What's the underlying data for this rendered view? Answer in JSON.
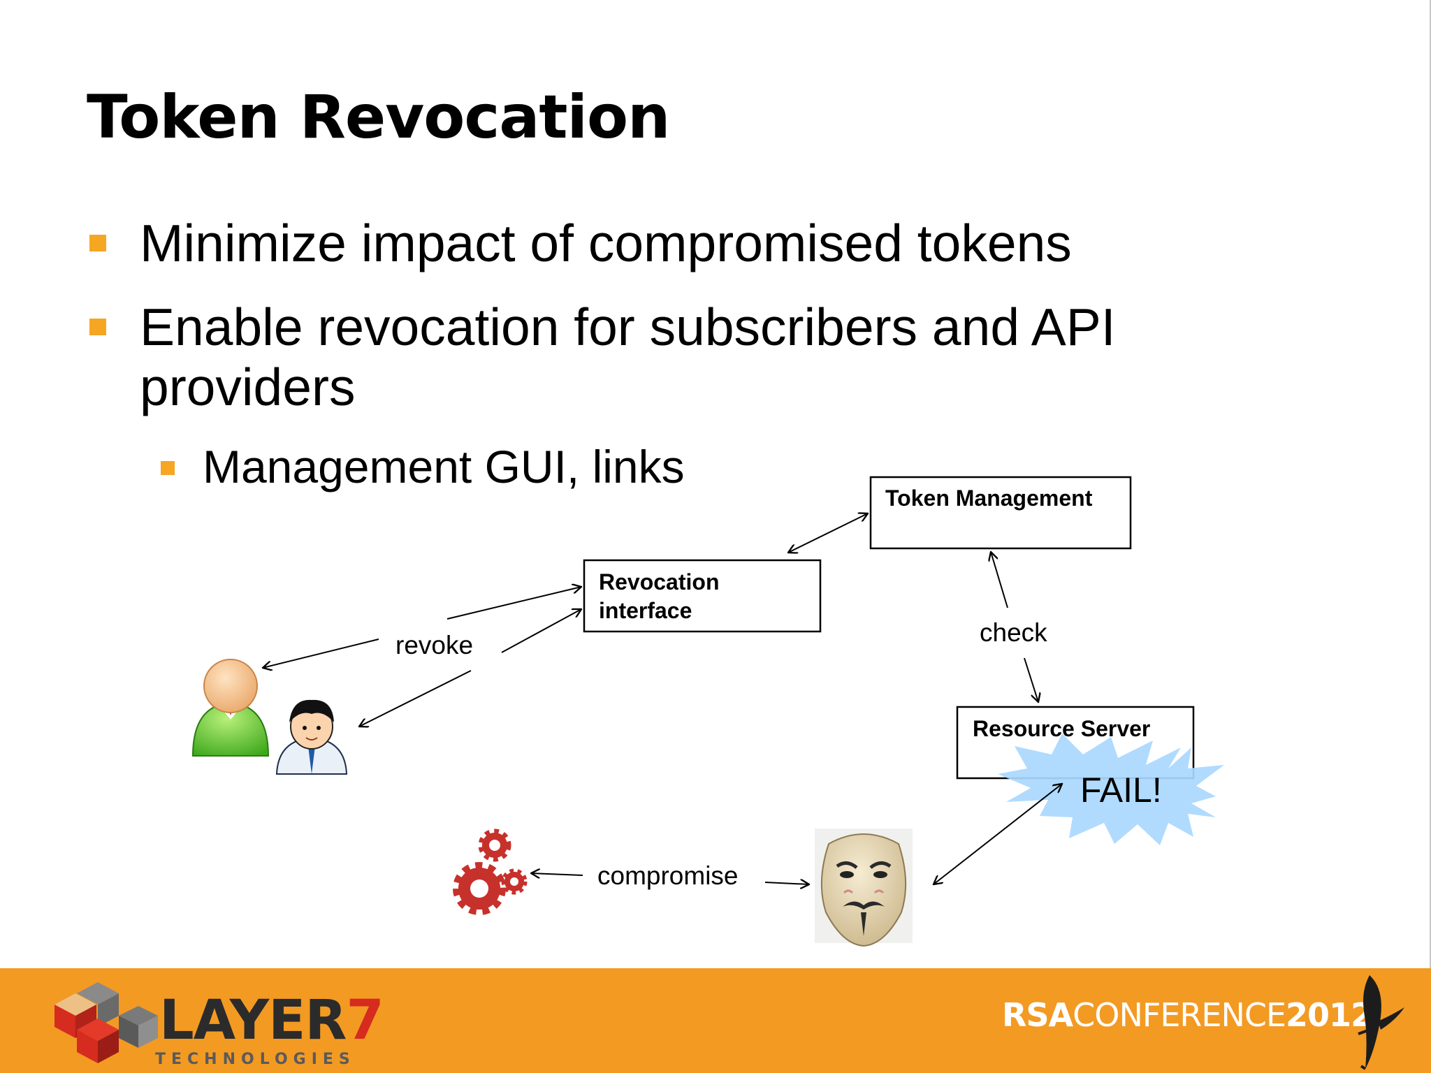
{
  "slide": {
    "title": "Token Revocation",
    "bullets": [
      "Minimize impact of compromised tokens",
      "Enable revocation for subscribers and API",
      "providers"
    ],
    "sub_bullet": "Management GUI, links",
    "accent_color": "#f5a623"
  },
  "diagram": {
    "token_management": "Token Management",
    "revocation_interface_line1": "Revocation",
    "revocation_interface_line2": "interface",
    "resource_server": "Resource Server",
    "fail": "FAIL!",
    "revoke": "revoke",
    "check": "check",
    "compromise": "compromise",
    "icons": [
      "user-green-icon",
      "businessman-icon",
      "gears-icon",
      "guy-fawkes-mask-icon",
      "starburst-icon"
    ]
  },
  "footer": {
    "background_color": "#f39a23",
    "layer7_word": "LAYER",
    "layer7_number": "7",
    "layer7_sub": "TECHNOLOGIES",
    "rsa_prefix": "RSA",
    "rsa_conference": "CONFERENCE",
    "rsa_year": "2012"
  }
}
